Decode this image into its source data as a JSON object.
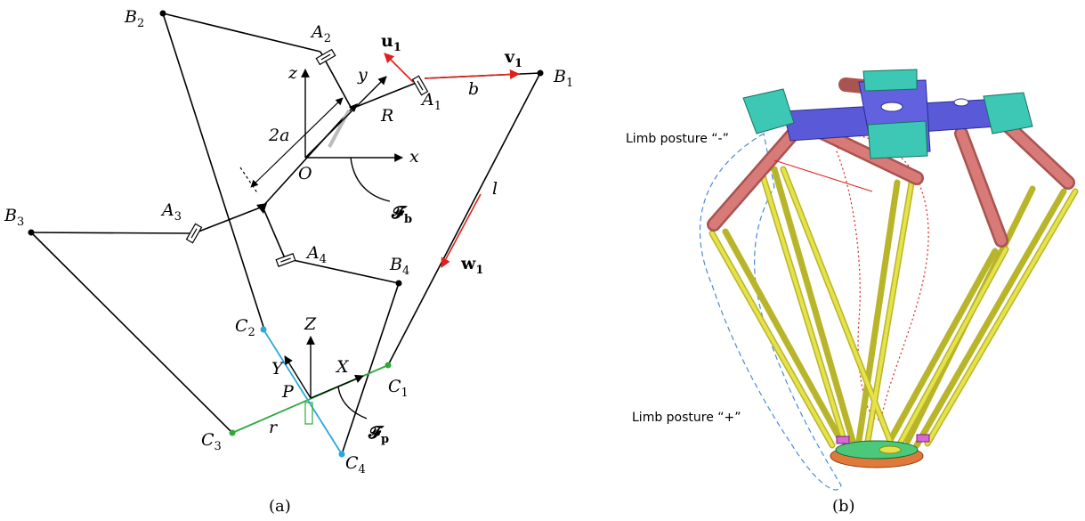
{
  "fig_a": {
    "points": {
      "B1": {
        "base": "B",
        "sub": "1"
      },
      "B2": {
        "base": "B",
        "sub": "2"
      },
      "B3": {
        "base": "B",
        "sub": "3"
      },
      "B4": {
        "base": "B",
        "sub": "4"
      },
      "A1": {
        "base": "A",
        "sub": "1"
      },
      "A2": {
        "base": "A",
        "sub": "2"
      },
      "A3": {
        "base": "A",
        "sub": "3"
      },
      "A4": {
        "base": "A",
        "sub": "4"
      },
      "C1": {
        "base": "C",
        "sub": "1"
      },
      "C2": {
        "base": "C",
        "sub": "2"
      },
      "C3": {
        "base": "C",
        "sub": "3"
      },
      "C4": {
        "base": "C",
        "sub": "4"
      }
    },
    "axes": {
      "x": "x",
      "y": "y",
      "z": "z",
      "X": "X",
      "Y": "Y",
      "Z": "Z"
    },
    "labels": {
      "O": "O",
      "P": "P",
      "R": "R",
      "b": "b",
      "l": "l",
      "r": "r",
      "two_a": "2a"
    },
    "vectors": {
      "u1": {
        "base": "u",
        "sub": "1"
      },
      "v1": {
        "base": "v",
        "sub": "1"
      },
      "w1": {
        "base": "w",
        "sub": "1"
      }
    },
    "frames": {
      "Fb": {
        "base": "𝓕",
        "sub": "b"
      },
      "Fp": {
        "base": "𝓕",
        "sub": "p"
      }
    },
    "caption": "(a)"
  },
  "fig_b": {
    "posture_minus": "Limb posture “-”",
    "posture_plus": "Limb posture “+”",
    "caption": "(b)"
  },
  "colors": {
    "line": "#000000",
    "red": "#e0201a",
    "cyan": "#29a8e0",
    "green": "#2eaa3a",
    "teal": "#3cc8b4",
    "blue": "#5a5ad8",
    "pink": "#d87a78",
    "yellow": "#e6e24a",
    "orange": "#e07a3a",
    "dash": "#4a8ad8",
    "dot": "#e02020"
  }
}
